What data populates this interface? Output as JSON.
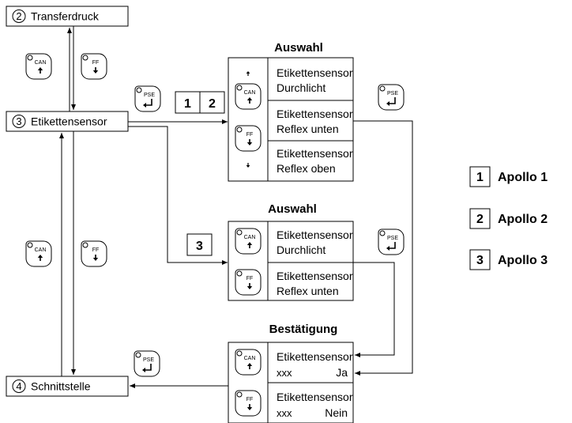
{
  "menu_items": [
    {
      "num": "2",
      "label": "Transferdruck"
    },
    {
      "num": "3",
      "label": "Etikettensensor"
    },
    {
      "num": "4",
      "label": "Schnittstelle"
    }
  ],
  "keys": {
    "can": "CAN",
    "ff": "FF",
    "pse": "PSE"
  },
  "panel_auswahl_1": {
    "title": "Auswahl",
    "options": [
      [
        "Etikettensensor",
        "Durchlicht"
      ],
      [
        "Etikettensensor",
        "Reflex unten"
      ],
      [
        "Etikettensensor",
        "Reflex oben"
      ]
    ]
  },
  "panel_auswahl_2": {
    "title": "Auswahl",
    "options": [
      [
        "Etikettensensor",
        "Durchlicht"
      ],
      [
        "Etikettensensor",
        "Reflex unten"
      ]
    ]
  },
  "panel_bestaetigung": {
    "title": "Bestätigung",
    "options": [
      {
        "line1": "Etikettensensor",
        "left": "xxx",
        "right": "Ja"
      },
      {
        "line1": "Etikettensensor",
        "left": "xxx",
        "right": "Nein"
      }
    ]
  },
  "model_tags": {
    "top": [
      "1",
      "2"
    ],
    "bottom": [
      "3"
    ]
  },
  "legend": [
    {
      "num": "1",
      "label": "Apollo 1"
    },
    {
      "num": "2",
      "label": "Apollo 2"
    },
    {
      "num": "3",
      "label": "Apollo 3"
    }
  ]
}
